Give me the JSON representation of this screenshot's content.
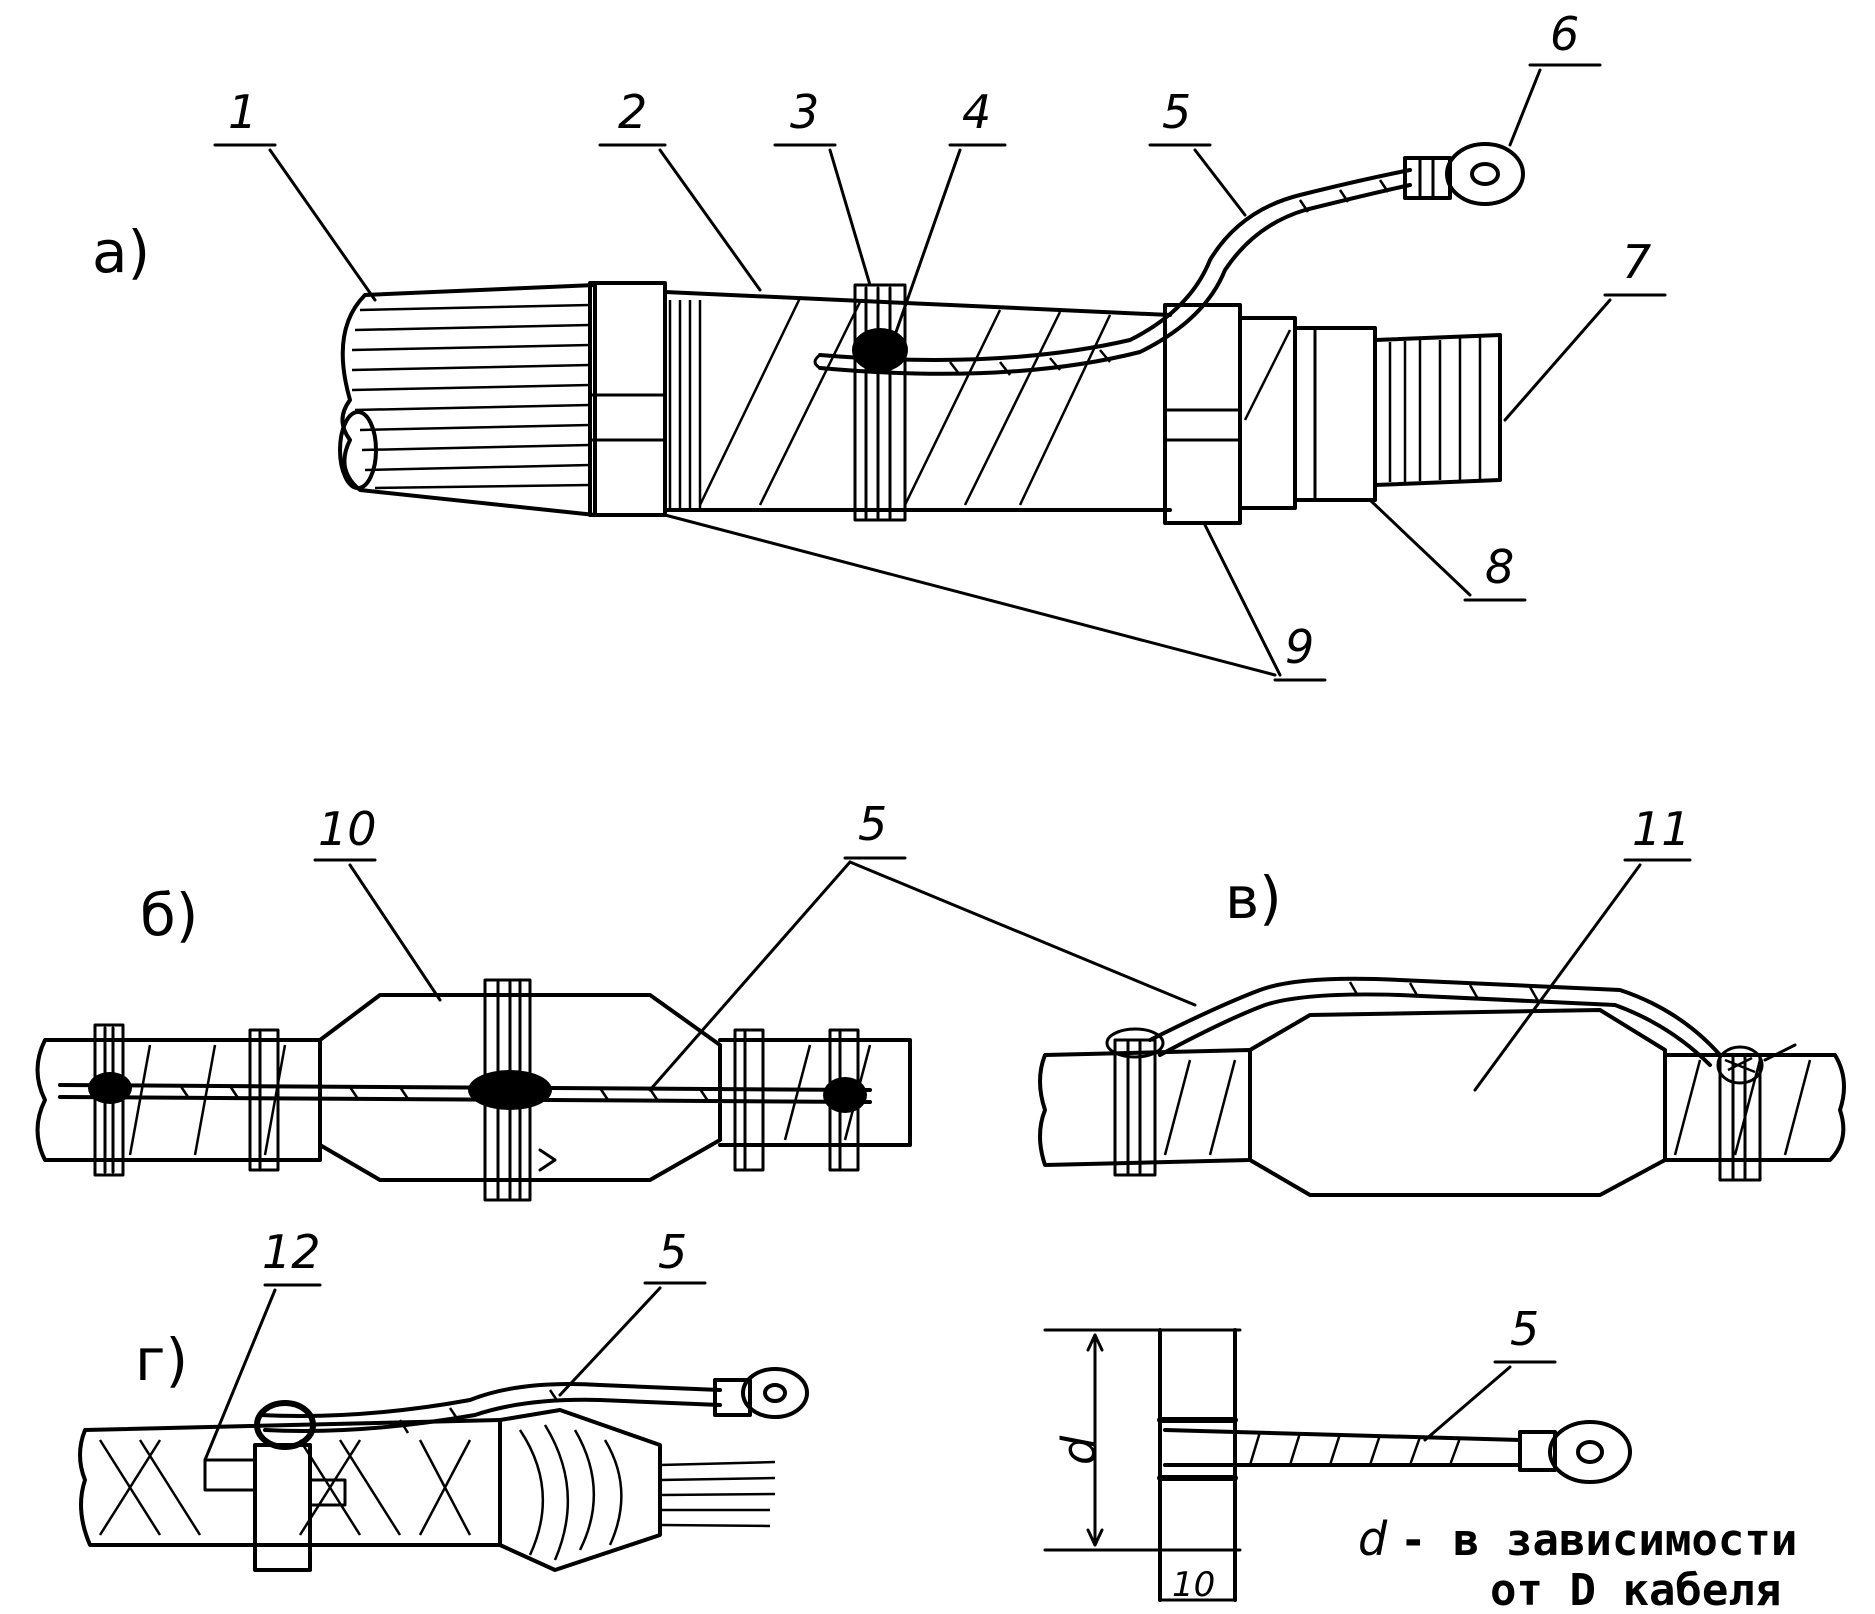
{
  "panels": {
    "a": "а)",
    "b": "б)",
    "v": "в)",
    "g": "г)"
  },
  "labels": {
    "l1": "1",
    "l2": "2",
    "l3": "3",
    "l4": "4",
    "l5a": "5",
    "l6": "6",
    "l7": "7",
    "l8": "8",
    "l9": "9",
    "l10": "10",
    "l5b": "5",
    "l11": "11",
    "l12": "12",
    "l5g": "5",
    "l5d": "5"
  },
  "dimension": {
    "d_symbol": "d",
    "width_value": "10"
  },
  "note": {
    "line1": "- в зависимости",
    "line2": "от D кабеля"
  }
}
